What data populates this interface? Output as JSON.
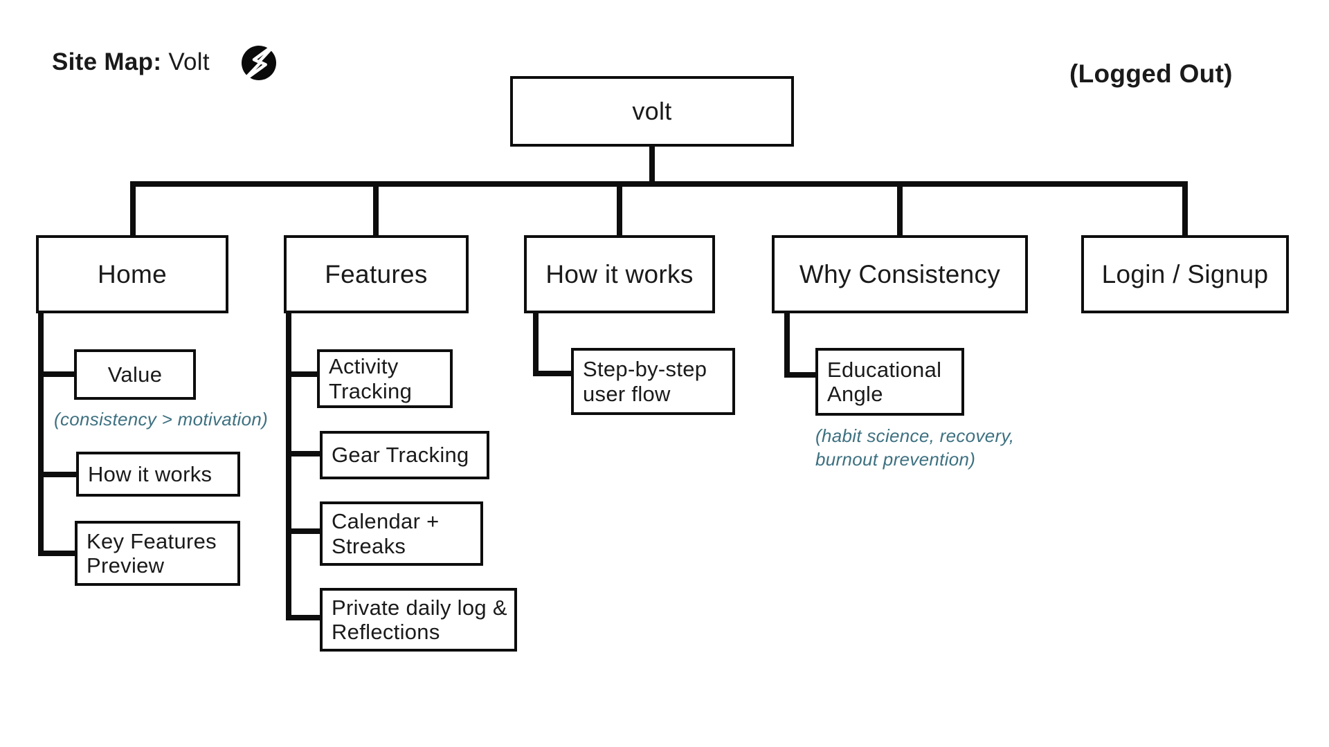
{
  "header": {
    "title_label": "Site Map:",
    "title_value": "Volt",
    "logo_icon": "lightning-bolt-icon",
    "auth_state": "(Logged Out)"
  },
  "root": {
    "label": "volt"
  },
  "sections": [
    {
      "label": "Home",
      "children": [
        {
          "label": "Value",
          "note": "(consistency > motivation)"
        },
        {
          "label": "How it works"
        },
        {
          "label": "Key Features Preview"
        }
      ]
    },
    {
      "label": "Features",
      "children": [
        {
          "label": "Activity Tracking"
        },
        {
          "label": "Gear Tracking"
        },
        {
          "label": "Calendar + Streaks"
        },
        {
          "label": "Private daily log & Reflections"
        }
      ]
    },
    {
      "label": "How it works",
      "children": [
        {
          "label": "Step-by-step user flow"
        }
      ]
    },
    {
      "label": "Why Consistency",
      "children": [
        {
          "label": "Educational Angle",
          "note": "(habit science, recovery, burnout prevention)"
        }
      ]
    },
    {
      "label": "Login / Signup",
      "children": []
    }
  ],
  "colors": {
    "line": "#0d0d0d",
    "note": "#3d7080",
    "background": "#ffffff"
  }
}
